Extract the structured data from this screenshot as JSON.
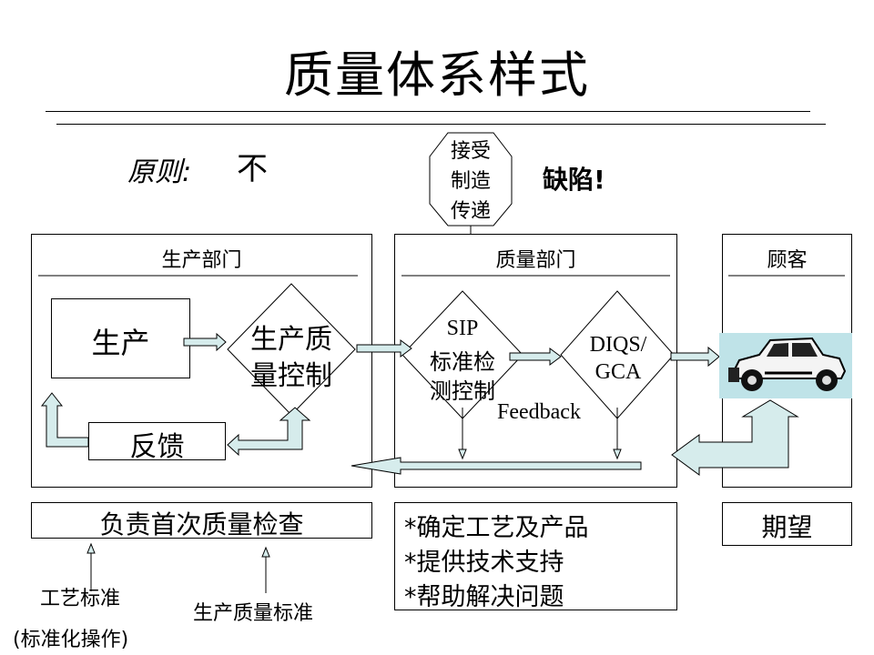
{
  "title": "质量体系样式",
  "principle": {
    "label": "原则:",
    "value": "不"
  },
  "octagon": {
    "line1": "接受",
    "line2": "制造",
    "line3": "传递"
  },
  "defect": "缺陷!",
  "sections": {
    "production": "生产部门",
    "quality": "质量部门",
    "customer": "顾客"
  },
  "nodes": {
    "production": "生产",
    "pqc_line1": "生产质",
    "pqc_line2": "量控制",
    "feedback_box": "反馈",
    "sip_line1": "SIP",
    "sip_line2": "标准检",
    "sip_line3": "测控制",
    "diqs_line1": "DIQS/",
    "diqs_line2": "GCA",
    "feedback_label": "Feedback",
    "car_icon": "car-icon"
  },
  "bottom": {
    "production_duty": "负责首次质量检查",
    "quality_duties": [
      "*确定工艺及产品",
      "*提供技术支持",
      "*帮助解决问题"
    ],
    "customer_expect": "期望"
  },
  "inputs": {
    "process_std": "工艺标准",
    "std_ops": "(标准化操作)",
    "quality_std": "生产质量标准"
  },
  "colors": {
    "arrow_fill": "#D6ECEC",
    "car_bg": "#BFE3E8",
    "line": "#000000"
  }
}
